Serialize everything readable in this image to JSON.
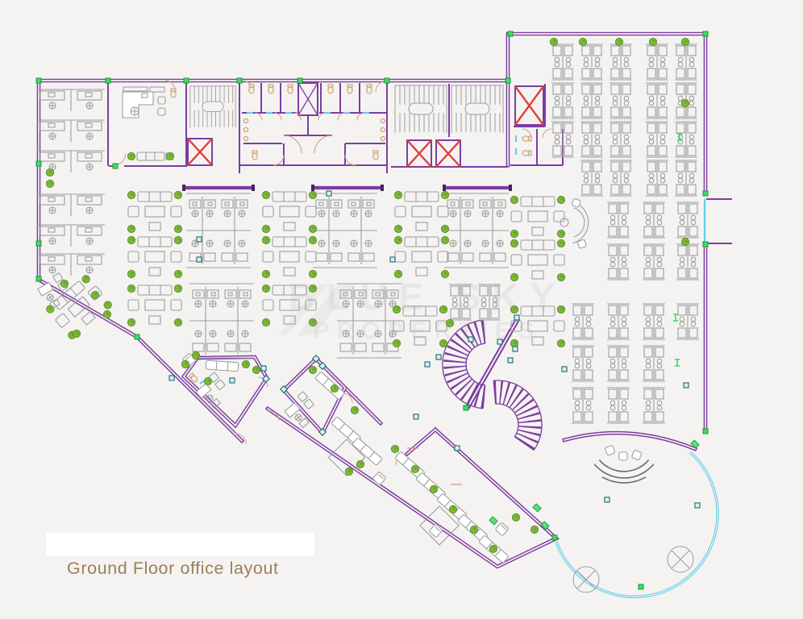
{
  "title": {
    "label": "Ground Floor office layout"
  },
  "watermark": {
    "line1": "BLUE SKY",
    "line2": "PROPERTIES"
  },
  "colors": {
    "bg": "#f4f3f1",
    "wall": "#7d3da1",
    "redx": "#e04038",
    "plant": "#7eb73b",
    "plantd": "#5d9422",
    "mkg": "#3bdf5f",
    "mkgd": "#159a36",
    "teal": "#23747c",
    "glass": "#62cdec",
    "fur": "#9c9ea0",
    "stair": "#9d9d9d",
    "door": "#dca184",
    "title": "#9b7f58"
  }
}
